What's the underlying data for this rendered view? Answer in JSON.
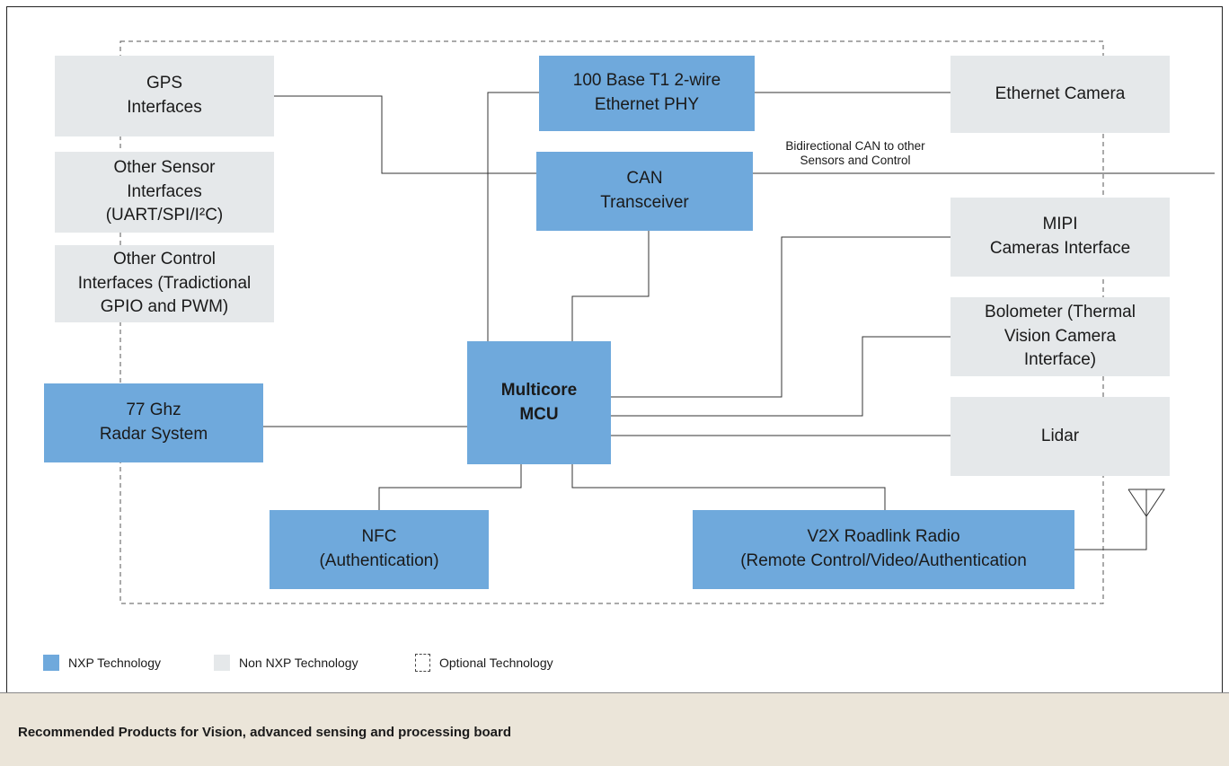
{
  "boxes": {
    "gps": "GPS\nInterfaces",
    "other_sensor": "Other Sensor\nInterfaces\n(UART/SPI/I²C)",
    "other_control": "Other Control\nInterfaces (Tradictional\nGPIO and PWM)",
    "radar": "77 Ghz\nRadar System",
    "ethernet_phy": "100 Base T1 2-wire\nEthernet PHY",
    "can": "CAN\nTransceiver",
    "mcu": "Multicore\nMCU",
    "nfc": "NFC\n(Authentication)",
    "v2x": "V2X Roadlink Radio\n(Remote Control/Video/Authentication",
    "ethernet_camera": "Ethernet Camera",
    "mipi": "MIPI\nCameras Interface",
    "bolometer": "Bolometer (Thermal\nVision Camera\nInterface)",
    "lidar": "Lidar"
  },
  "can_note": "Bidirectional CAN to other\nSensors and Control",
  "legend": {
    "nxp": "NXP Technology",
    "non_nxp": "Non NXP Technology",
    "optional": "Optional Technology"
  },
  "footer": {
    "title": "Recommended Products for Vision, advanced sensing and processing board"
  },
  "colors": {
    "nxp": "#6fa9dc",
    "non_nxp": "#e5e8ea",
    "footer_bg": "#ebe5d9"
  }
}
